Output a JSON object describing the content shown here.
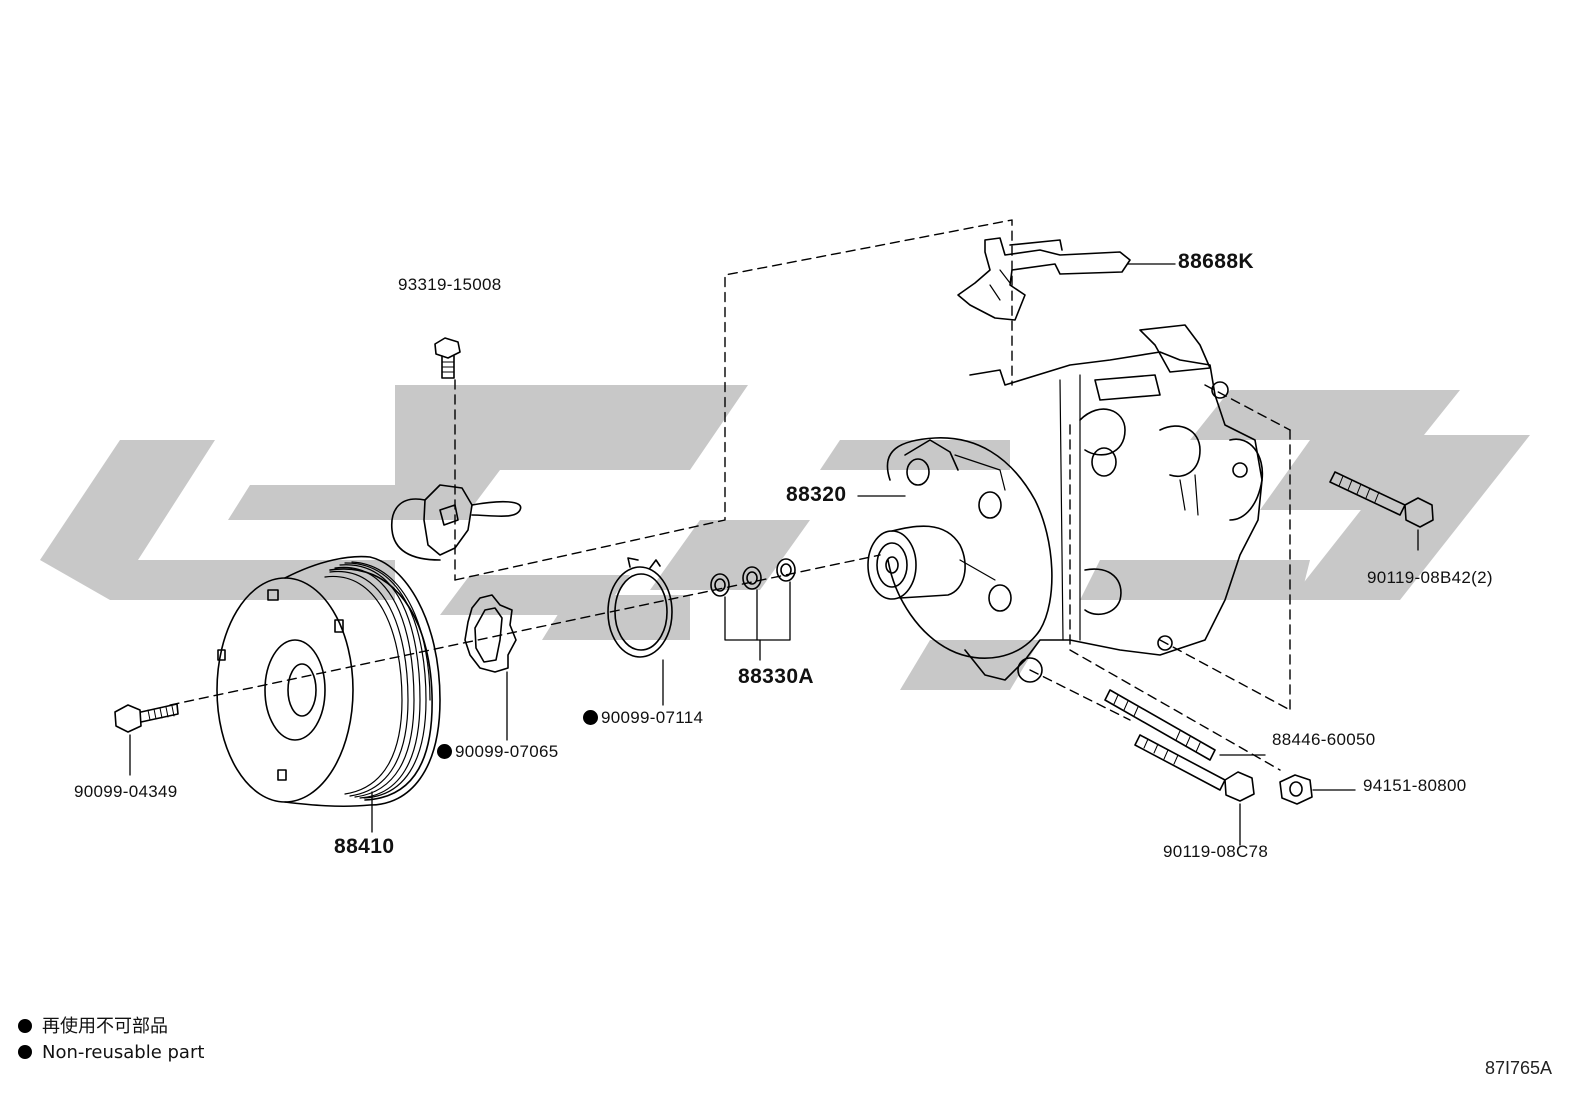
{
  "parts": {
    "clutch_pulley": "88410",
    "pulley_bolt": "90099-04349",
    "coil_screw": "93319-15008",
    "snap_ring_clutch": "90099-07065",
    "snap_ring_shaft": "90099-07114",
    "shims": "88330A",
    "compressor": "88320",
    "bracket": "88688K",
    "upper_bolt": "90119-08B42(2)",
    "stud": "88446-60050",
    "nut": "94151-80800",
    "lower_bolt": "90119-08C78"
  },
  "legend": {
    "cn": "再使用不可部品",
    "en": "Non-reusable part"
  },
  "diagram_code": "87I765A",
  "watermark_color": "#c8c8c8"
}
